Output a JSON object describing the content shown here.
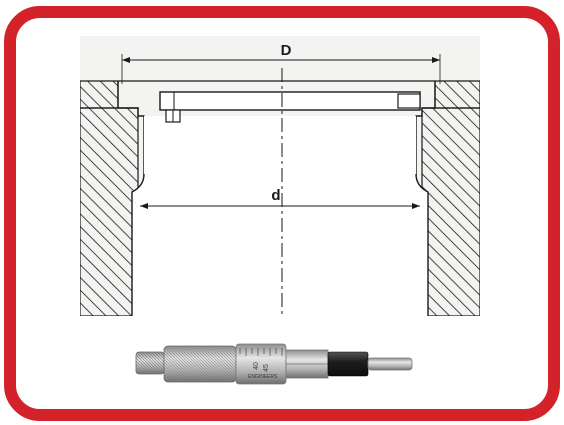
{
  "diagram": {
    "label_outer": "D",
    "label_inner": "d",
    "colors": {
      "frame": "#d3222a",
      "ink": "#1a1a1a",
      "paper": "#f3f3f1"
    }
  },
  "micrometer": {
    "thimble_digits": [
      "40",
      "45"
    ],
    "brand_text": "ENGINEERS",
    "colors": {
      "body": "#b7b7b7",
      "spindle": "#2a2a2a"
    }
  }
}
